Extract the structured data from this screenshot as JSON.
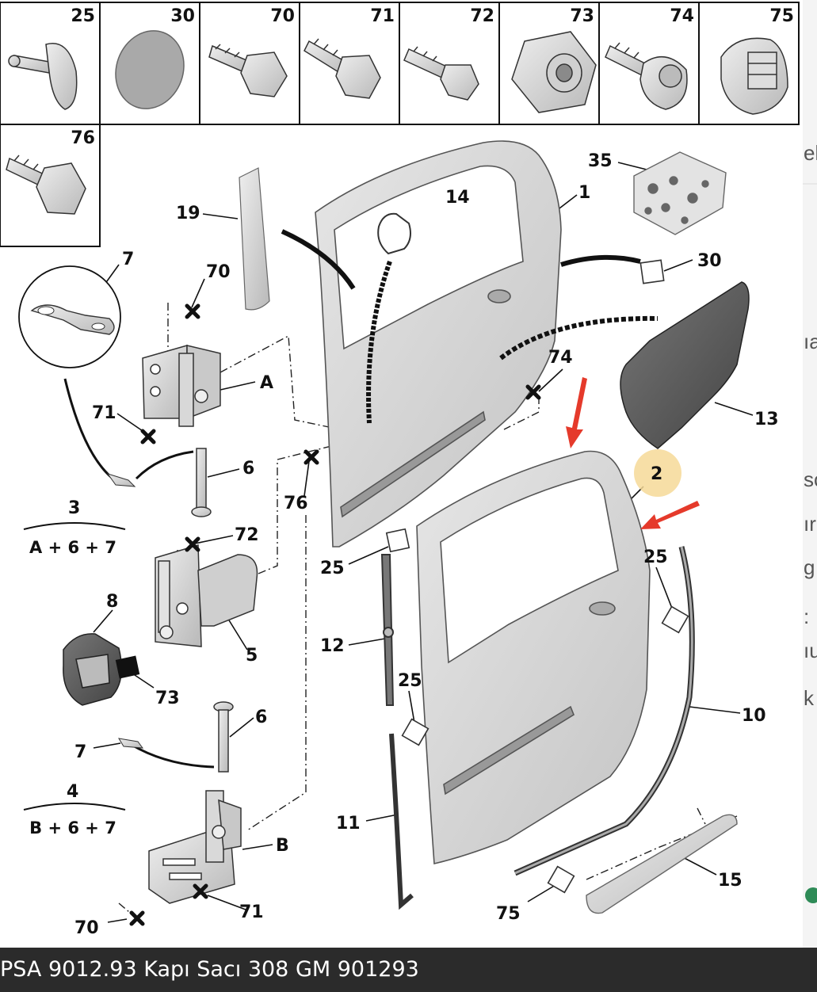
{
  "caption": "PSA 9012.93 Kapı Sacı 308 GM 901293",
  "legend": {
    "row1": [
      "25",
      "30",
      "70",
      "71",
      "72",
      "73",
      "74",
      "75"
    ],
    "row2": [
      "76"
    ]
  },
  "callouts": {
    "c7_top": "7",
    "c70_top": "70",
    "c19": "19",
    "c14": "14",
    "c1": "1",
    "c35": "35",
    "c30": "30",
    "cA": "A",
    "c71_mid": "71",
    "c6_mid": "6",
    "c74": "74",
    "c13": "13",
    "c2": "2",
    "c3": "3",
    "c72": "72",
    "c76": "76",
    "c25_left": "25",
    "c25_right": "25",
    "c8": "8",
    "c5": "5",
    "c12": "12",
    "c73": "73",
    "c25_mid": "25",
    "c10": "10",
    "c6_low": "6",
    "c7_low": "7",
    "c4": "4",
    "c11": "11",
    "cB": "B",
    "c15": "15",
    "c71_low": "71",
    "c70_low": "70",
    "c75": "75"
  },
  "formulas": {
    "f3": "A + 6 + 7",
    "f4": "B + 6 + 7"
  },
  "right_fragments": [
    "ek",
    "ıa",
    "sc",
    "ır",
    "g",
    ":",
    "ıu",
    "k"
  ],
  "colors": {
    "highlight": "#f6d998",
    "arrow": "#e53a2b",
    "caption_bg": "#2b2b2b"
  }
}
